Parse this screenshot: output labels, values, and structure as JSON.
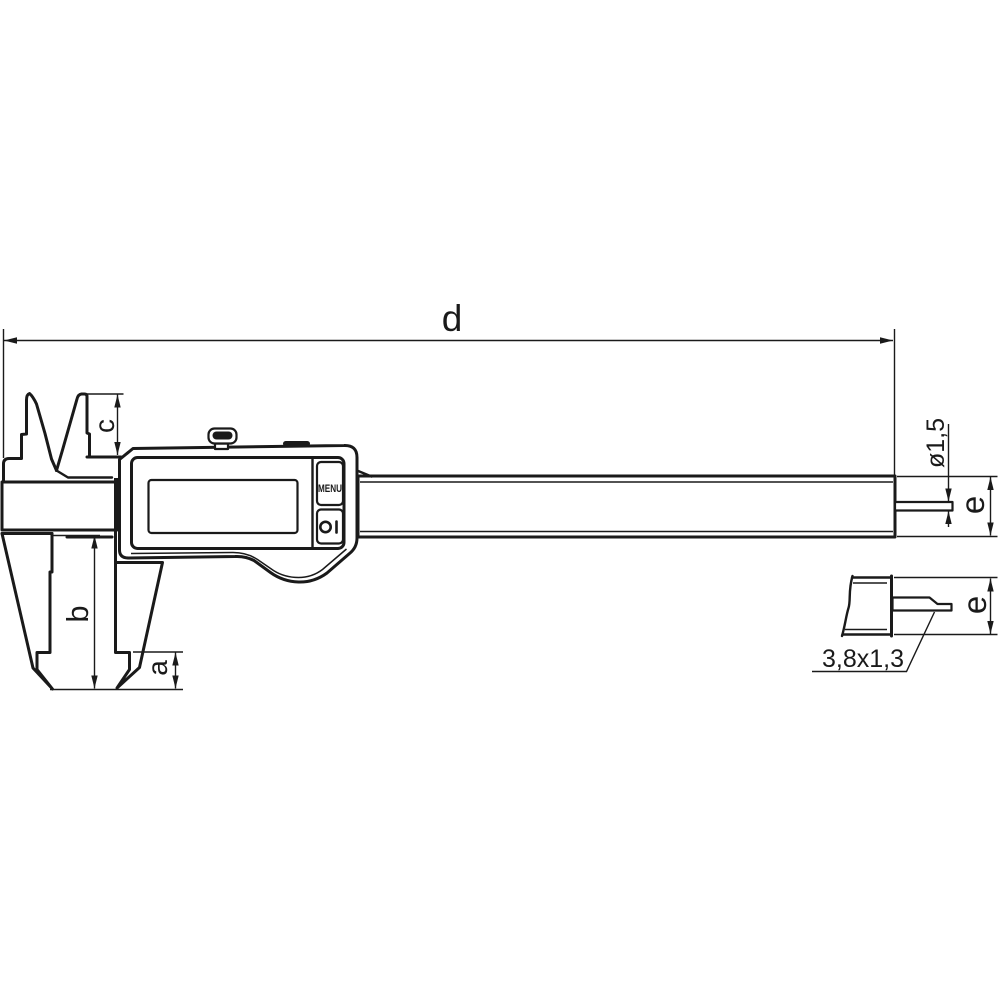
{
  "labels": {
    "d": "d",
    "c": "c",
    "b": "b",
    "a": "a",
    "e_beam": "e",
    "e_blade": "e",
    "rod_diameter": "ø1,5",
    "blade_section": "3,8x1,3"
  },
  "display": {
    "menu": "MENU"
  },
  "icons": {
    "power": "power-icon",
    "thumb_roller": "thumb-roller-icon",
    "lock_button": "lock-button-icon"
  },
  "colors": {
    "line": "#1a1a1a",
    "background": "#ffffff"
  }
}
